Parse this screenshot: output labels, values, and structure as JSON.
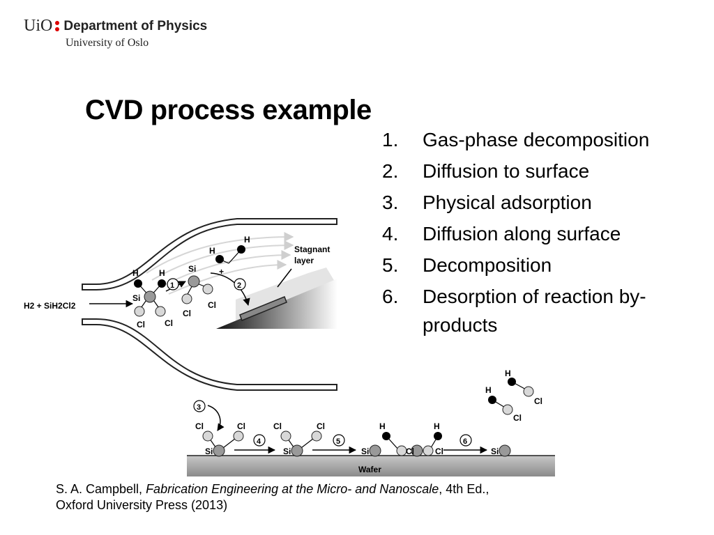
{
  "header": {
    "logo_uio": "UiO",
    "department": "Department of Physics",
    "university": "University of Oslo"
  },
  "slide": {
    "title": "CVD process example"
  },
  "steps": [
    {
      "num": "1.",
      "text": "Gas-phase decomposition"
    },
    {
      "num": "2.",
      "text": "Diffusion to surface"
    },
    {
      "num": "3.",
      "text": "Physical adsorption"
    },
    {
      "num": "4.",
      "text": "Diffusion along surface"
    },
    {
      "num": "5.",
      "text": "Decomposition"
    },
    {
      "num": "6.",
      "text": "Desorption of reaction by-products"
    }
  ],
  "diagram": {
    "inlet_label": "H2 + SiH2Cl2",
    "stagnant_label_1": "Stagnant",
    "stagnant_label_2": "layer",
    "wafer_label": "Wafer",
    "step_numbers": [
      "1",
      "2",
      "3",
      "4",
      "5",
      "6"
    ],
    "atoms": {
      "h": "H",
      "si": "Si",
      "cl": "Cl",
      "plus": "+"
    }
  },
  "citation": {
    "author": "S. A. Campbell, ",
    "book": "Fabrication Engineering at the Micro- and Nanoscale",
    "edition": ", 4th Ed.,",
    "publisher": "Oxford University Press (2013)"
  },
  "colors": {
    "logo_dots": "#dd0000",
    "h_atom": "#000000",
    "si_atom": "#999999",
    "cl_atom": "#d8d8d8"
  }
}
